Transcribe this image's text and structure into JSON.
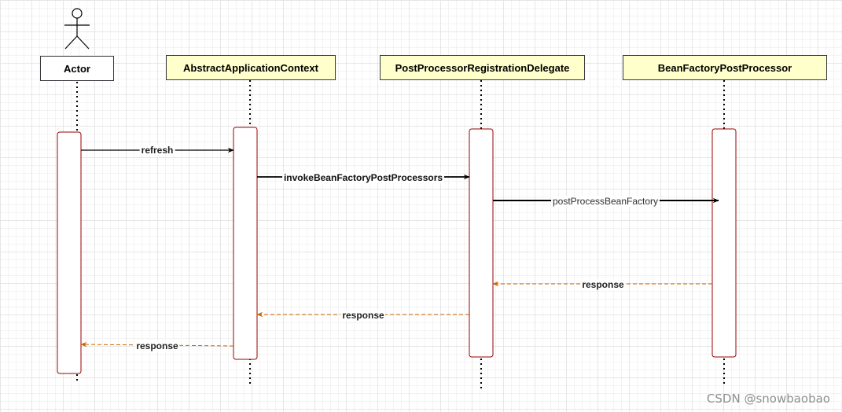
{
  "participants": [
    {
      "id": "actor",
      "label": "Actor"
    },
    {
      "id": "aac",
      "label": "AbstractApplicationContext"
    },
    {
      "id": "pprd",
      "label": "PostProcessorRegistrationDelegate"
    },
    {
      "id": "bfpp",
      "label": "BeanFactoryPostProcessor"
    }
  ],
  "messages": [
    {
      "label": "refresh",
      "from": "actor",
      "to": "aac",
      "kind": "call"
    },
    {
      "label": "invokeBeanFactoryPostProcessors",
      "from": "aac",
      "to": "pprd",
      "kind": "call"
    },
    {
      "label": "postProcessBeanFactory",
      "from": "pprd",
      "to": "bfpp",
      "kind": "call"
    },
    {
      "label": "response",
      "from": "bfpp",
      "to": "pprd",
      "kind": "return"
    },
    {
      "label": "response",
      "from": "pprd",
      "to": "aac",
      "kind": "return"
    },
    {
      "label": "response",
      "from": "aac",
      "to": "actor",
      "kind": "return"
    }
  ],
  "colors": {
    "lifeline": "#000000",
    "activation_border": "#990000",
    "call_line": "#000000",
    "return_line": "#cc6600",
    "participant_fill": "#ffffcc",
    "grid": "#e6e6e6"
  },
  "watermark": "CSDN @snowbaobao"
}
